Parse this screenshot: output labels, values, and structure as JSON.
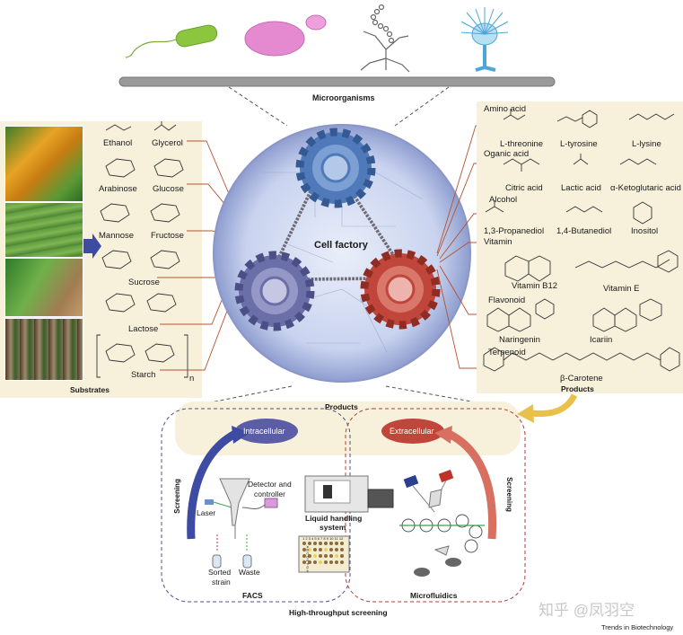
{
  "top": {
    "microorganisms": "Microorganisms"
  },
  "substrates": {
    "title": "Substrates",
    "items": [
      "Ethanol",
      "Glycerol",
      "Arabinose",
      "Glucose",
      "Mannose",
      "Fructose",
      "Sucrose",
      "Lactose",
      "Starch"
    ],
    "starch_n": "n"
  },
  "center": {
    "title": "Cell factory"
  },
  "products_panel": {
    "title": "Products",
    "groups": {
      "amino_acid": "Amino acid",
      "organic_acid": "Oganic acid",
      "alcohol": "Alcohol",
      "vitamin": "Vitamin",
      "flavonoid": "Flavonoid",
      "terpenoid": "Terpenoid"
    },
    "items": {
      "l_threonine": "L-threonine",
      "l_tyrosine": "L-tyrosine",
      "l_lysine": "L-lysine",
      "citric_acid": "Citric acid",
      "lactic_acid": "Lactic acid",
      "ketoglutaric": "α-Ketoglutaric acid",
      "propanediol": "1,3-Propanediol",
      "butanediol": "1,4-Butanediol",
      "inositol": "Inositol",
      "vitamin_b12": "Vitamin B12",
      "vitamin_e": "Vitamin E",
      "naringenin": "Naringenin",
      "icariin": "Icariin",
      "carotene": "β-Carotene"
    }
  },
  "screening": {
    "products_label": "Products",
    "intracellular": "Intracellular",
    "extracellular": "Extracellular",
    "screening_left": "Screening",
    "screening_right": "Screening",
    "laser": "Laser",
    "detector": "Detector and",
    "controller": "controller",
    "liquid_handling": "Liquid handling",
    "system": "system",
    "plate_cols": "1 2 3 4 5 6 7 8 9 10 11 12",
    "plate_rows": "A B C D E F G H",
    "sorted": "Sorted",
    "strain": "strain",
    "waste": "Waste",
    "facs": "FACS",
    "microfluidics": "Microfluidics",
    "hts": "High-throughput screening"
  },
  "watermark": "知乎 @凤羽空",
  "journal": "Trends in Biotechnology",
  "colors": {
    "panel": "#f7f1dc",
    "arrow": "#b5532f",
    "blue_gear": "#4f79b8",
    "purple_gear": "#6b6fa8",
    "red_gear": "#c0453a",
    "intracellular": "#5b5ea6",
    "extracellular": "#c0453a",
    "yellow_arrow": "#e8c04a"
  }
}
